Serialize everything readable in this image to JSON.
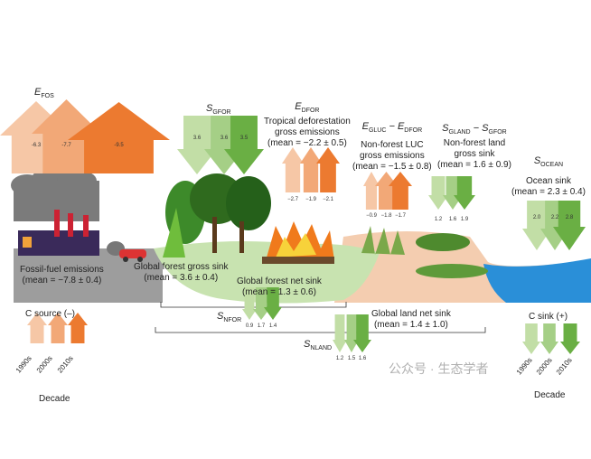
{
  "colors": {
    "src": [
      "#f6c7a6",
      "#f2a877",
      "#ec7a30"
    ],
    "sink": [
      "#c2dea6",
      "#a5cf86",
      "#6aaf44"
    ],
    "ground": "#9d9d9d",
    "forest": "#c8e3b0",
    "sand": "#f4cdb0",
    "ocean": "#2a8fd8"
  },
  "efos": {
    "symbol": "E",
    "sub": "FOS",
    "values": [
      "-6.3",
      "-7.7",
      "-9.5"
    ]
  },
  "sgfor": {
    "symbol": "S",
    "sub": "GFOR",
    "values": [
      "3.6",
      "3.6",
      "3.5"
    ]
  },
  "edfor": {
    "symbol": "E",
    "sub": "DFOR",
    "title1": "Tropical deforestation",
    "title2": "gross emissions",
    "mean": "(mean = −2.2 ± 0.5)",
    "values": [
      "−2.7",
      "−1.9",
      "−2.1"
    ]
  },
  "eluc": {
    "symbol": "E",
    "sub1": "GLUC",
    "mid": " − ",
    "symbol2": "E",
    "sub2": "DFOR",
    "title1": "Non-forest LUC",
    "title2": "gross emissions",
    "mean": "(mean = −1.5 ± 0.8)",
    "values": [
      "−0.9",
      "−1.8",
      "−1.7"
    ]
  },
  "sland": {
    "symbol": "S",
    "sub1": "GLAND",
    "mid": " − ",
    "symbol2": "S",
    "sub2": "GFOR",
    "title1": "Non-forest land",
    "title2": "gross sink",
    "mean": "(mean = 1.6 ± 0.9)",
    "values": [
      "1.2",
      "1.6",
      "1.9"
    ]
  },
  "socean": {
    "symbol": "S",
    "sub": "OCEAN",
    "title": "Ocean sink",
    "mean": "(mean = 2.3 ± 0.4)",
    "values": [
      "2.0",
      "2.2",
      "2.8"
    ]
  },
  "fossil": {
    "title": "Fossil-fuel emissions",
    "mean": "(mean = −7.8 ± 0.4)"
  },
  "forest_gross": {
    "title": "Global forest gross sink",
    "mean": "(mean = 3.6 ± 0.4)"
  },
  "forest_net": {
    "title": "Global forest net sink",
    "mean": "(mean = 1.3 ± 0.6)"
  },
  "snfor": {
    "symbol": "S",
    "sub": "NFOR",
    "values": [
      "0.9",
      "1.7",
      "1.4"
    ]
  },
  "land_net": {
    "title": "Global land net sink",
    "mean": "(mean = 1.4 ± 1.0)"
  },
  "snland": {
    "symbol": "S",
    "sub": "NLAND",
    "values": [
      "1.2",
      "1.5",
      "1.6"
    ]
  },
  "legend_source": {
    "title": "C source (–)",
    "decades": [
      "1990s",
      "2000s",
      "2010s"
    ],
    "xlabel": "Decade"
  },
  "legend_sink": {
    "title": "C sink (+)",
    "decades": [
      "1990s",
      "2000s",
      "2010s"
    ],
    "xlabel": "Decade"
  },
  "watermark": "公众号 · 生态学者"
}
